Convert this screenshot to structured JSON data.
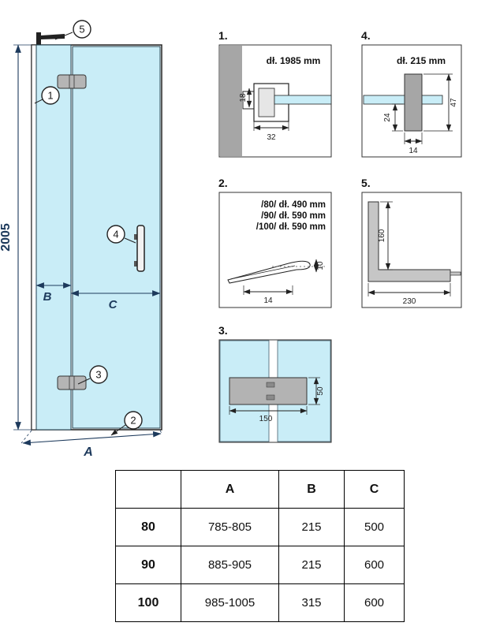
{
  "colors": {
    "glass": "#c9edf7",
    "outline": "#1a1a1a",
    "dimension": "#1d3a5c",
    "gray_metal": "#a6a6a6",
    "gray_light": "#c6c6c6"
  },
  "main": {
    "height_dim": "2005",
    "dim_a": "A",
    "dim_b": "B",
    "dim_c": "C",
    "callouts": {
      "c1": "1",
      "c2": "2",
      "c3": "3",
      "c4": "4",
      "c5": "5"
    }
  },
  "detail1": {
    "label": "1.",
    "length": "dł. 1985 mm",
    "dim_h": "18",
    "dim_w": "32"
  },
  "detail2": {
    "label": "2.",
    "line1": "/80/ dł. 490 mm",
    "line2": "/90/ dł. 590 mm",
    "line3": "/100/ dł. 590 mm",
    "dim_w": "14",
    "dim_h": "10"
  },
  "detail3": {
    "label": "3.",
    "dim_w": "150",
    "dim_h": "50"
  },
  "detail4": {
    "label": "4.",
    "length": "dł. 215 mm",
    "dim_right": "47",
    "dim_left": "24",
    "dim_bottom": "14"
  },
  "detail5": {
    "label": "5.",
    "dim_v": "160",
    "dim_h": "230"
  },
  "table": {
    "col_a": "A",
    "col_b": "B",
    "col_c": "C",
    "rows": [
      {
        "size": "80",
        "a": "785-805",
        "b": "215",
        "c": "500"
      },
      {
        "size": "90",
        "a": "885-905",
        "b": "215",
        "c": "600"
      },
      {
        "size": "100",
        "a": "985-1005",
        "b": "315",
        "c": "600"
      }
    ]
  }
}
